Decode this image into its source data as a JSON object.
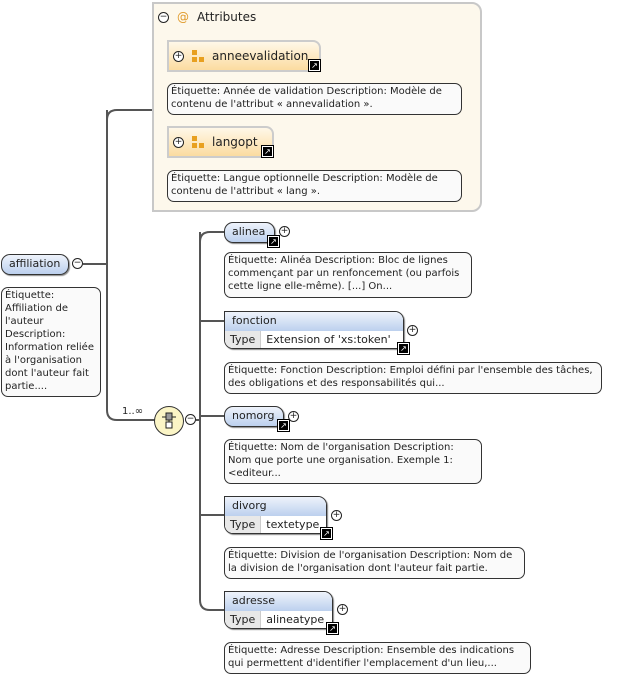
{
  "attributes": {
    "title": "Attributes",
    "items": [
      {
        "name": "anneevalidation",
        "note": "Étiquette: Année de validation Description: Modèle de contenu de l'attribut « annevalidation »."
      },
      {
        "name": "langopt",
        "note": "Étiquette: Langue optionnelle Description: Modèle de contenu de l'attribut « lang »."
      }
    ]
  },
  "root": {
    "name": "affiliation",
    "note": "Étiquette: Affiliation de l'auteur Description: Information reliée à l'organisation dont l'auteur fait partie...."
  },
  "sequence": {
    "cardinality": "1..∞"
  },
  "children": [
    {
      "name": "alinea",
      "note": "Étiquette: Alinéa Description: Bloc de lignes commençant par un renfoncement (ou parfois cette ligne elle-même). [...] On..."
    },
    {
      "name": "fonction",
      "type_label": "Type",
      "type": "Extension of 'xs:token'",
      "note": "Étiquette: Fonction Description: Emploi défini par l'ensemble des tâches, des obligations et des responsabilités qui..."
    },
    {
      "name": "nomorg",
      "note": "Étiquette: Nom de l'organisation Description: Nom que porte une organisation. Exemple 1: <editeur..."
    },
    {
      "name": "divorg",
      "type_label": "Type",
      "type": "textetype",
      "note": "Étiquette: Division de l'organisation Description: Nom de la division de l'organisation dont l'auteur fait partie."
    },
    {
      "name": "adresse",
      "type_label": "Type",
      "type": "alineatype",
      "note": "Étiquette: Adresse Description: Ensemble des indications qui permettent d'identifier l'emplacement d'un lieu,..."
    }
  ]
}
